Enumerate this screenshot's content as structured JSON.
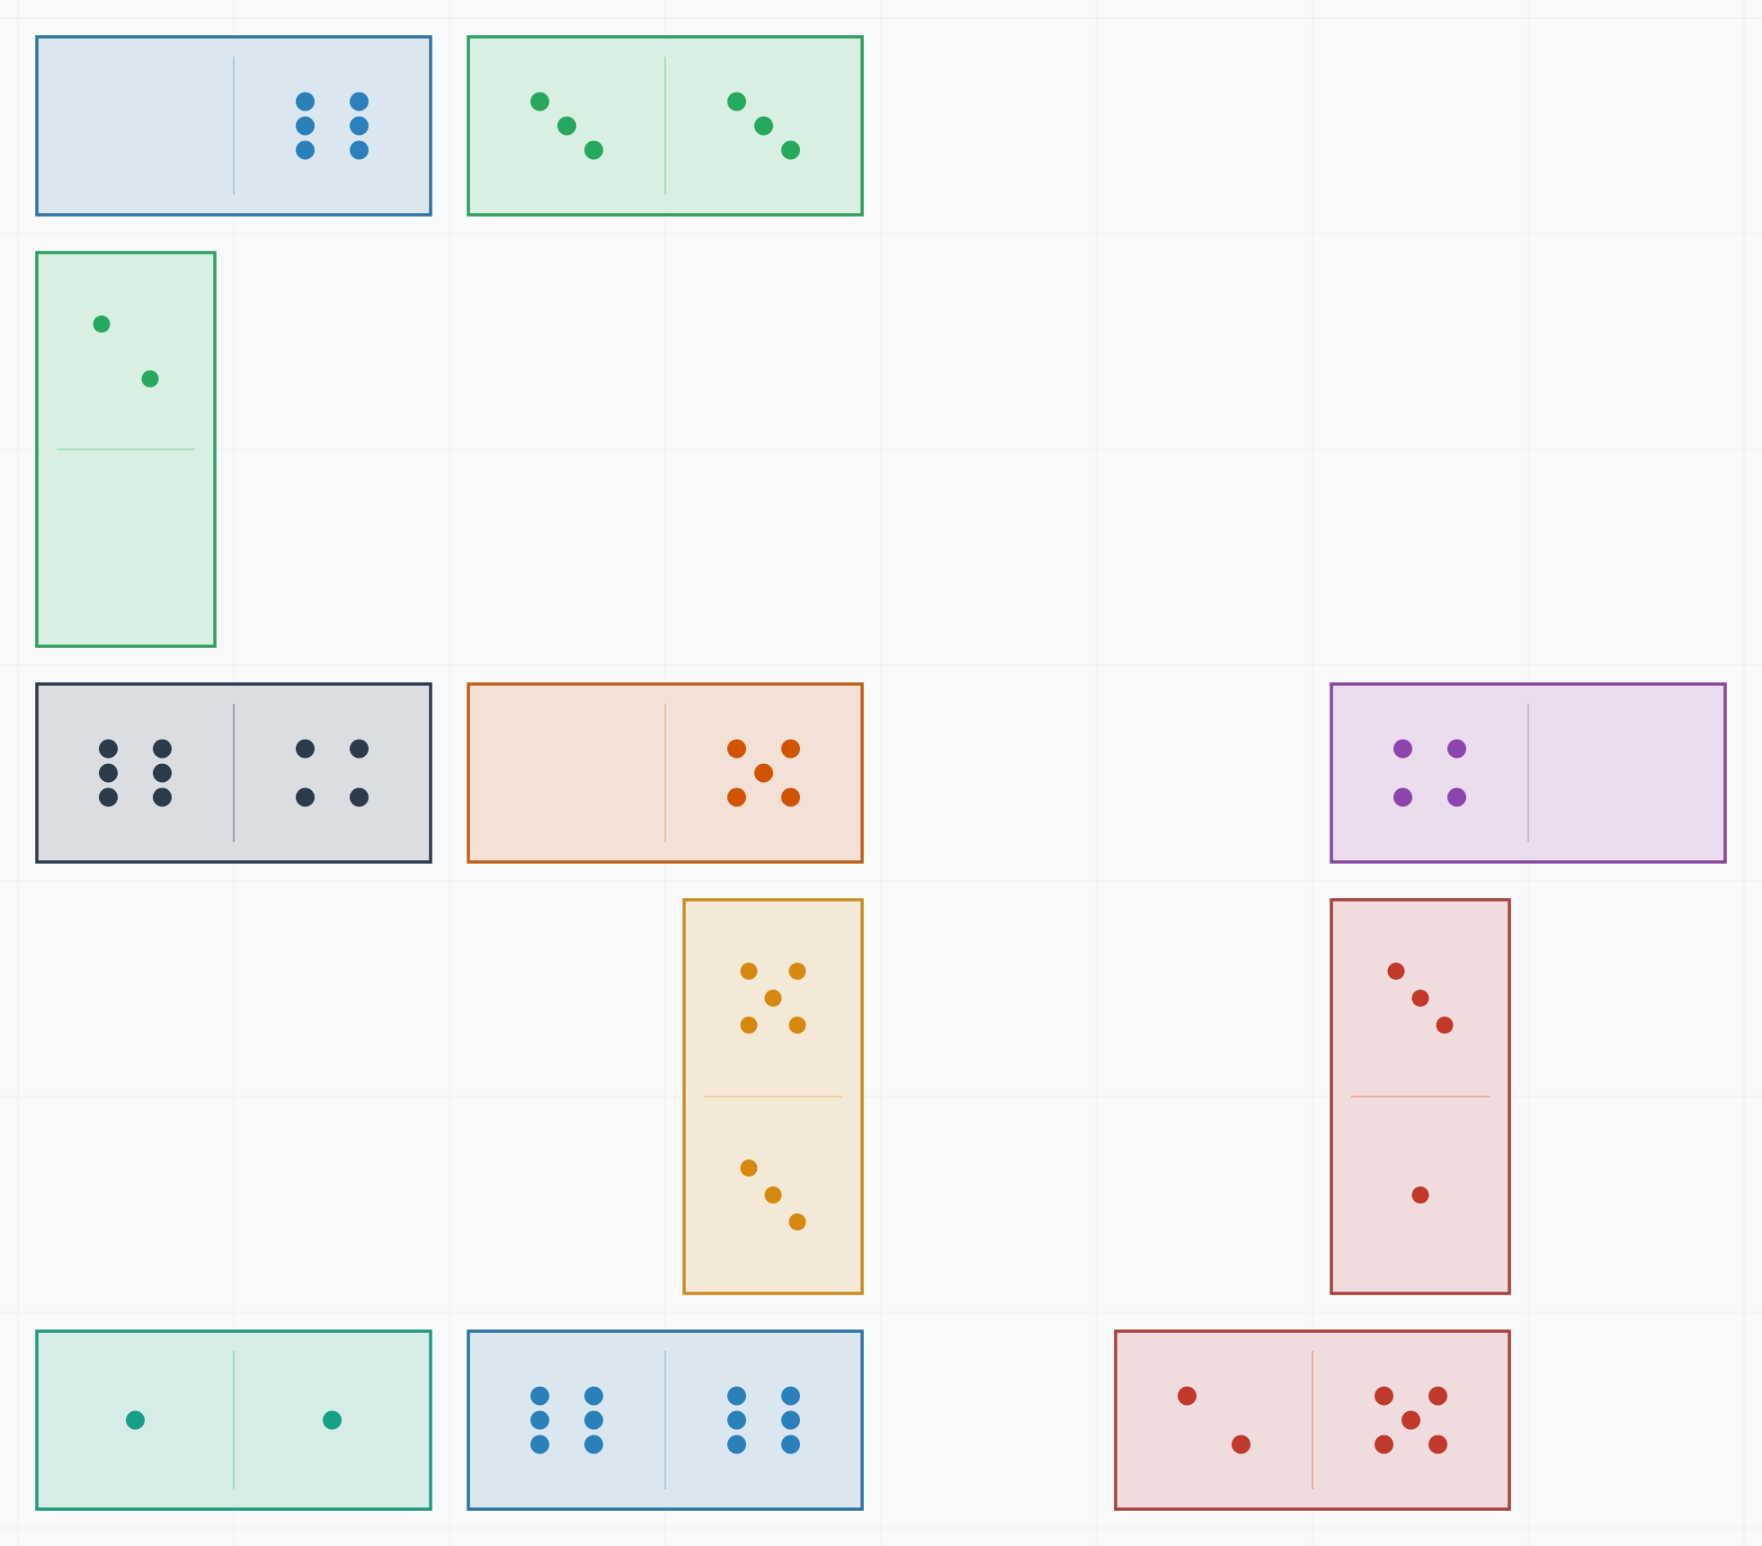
{
  "board": {
    "background": "#f8f9fb",
    "grid_color": "#eceef2"
  },
  "colors": {
    "blue": {
      "border": "#2f74a1",
      "fill": "#dbe7f0",
      "pip": "#2b80ba",
      "divider": "#9cc3dc"
    },
    "green": {
      "border": "#2f9e61",
      "fill": "#d9efe2",
      "pip": "#26a85f",
      "divider": "#9ed7b5"
    },
    "dark": {
      "border": "#2c3a4a",
      "fill": "#dadde1",
      "pip": "#2c3a4a",
      "divider": "#8a939c"
    },
    "orange": {
      "border": "#c0601a",
      "fill": "#f3e1d8",
      "pip": "#d35400",
      "divider": "#ebb491"
    },
    "purple": {
      "border": "#87479d",
      "fill": "#ebdded",
      "pip": "#8e44ad",
      "divider": "#c9a5d6"
    },
    "amber": {
      "border": "#c98b24",
      "fill": "#f4e8d7",
      "pip": "#d68910",
      "divider": "#ecc891"
    },
    "red": {
      "border": "#a5433a",
      "fill": "#f0dcdd",
      "pip": "#c0392b",
      "divider": "#de9c95"
    },
    "teal": {
      "border": "#23987e",
      "fill": "#d6ede7",
      "pip": "#16a085",
      "divider": "#93d4c3"
    }
  },
  "dominoes": [
    {
      "id": "blank-6",
      "orientation": "horizontal",
      "color": "blue",
      "halves": [
        0,
        6
      ],
      "row": 0,
      "col": 0
    },
    {
      "id": "3-3",
      "orientation": "horizontal",
      "color": "green",
      "halves": [
        3,
        3
      ],
      "row": 0,
      "col": 2
    },
    {
      "id": "2-blank",
      "orientation": "vertical",
      "color": "green",
      "halves": [
        2,
        0
      ],
      "row": 1,
      "col": 0
    },
    {
      "id": "6-4",
      "orientation": "horizontal",
      "color": "dark",
      "halves": [
        6,
        4
      ],
      "row": 3,
      "col": 0
    },
    {
      "id": "blank-5",
      "orientation": "horizontal",
      "color": "orange",
      "halves": [
        0,
        5
      ],
      "row": 3,
      "col": 2
    },
    {
      "id": "4-blank",
      "orientation": "horizontal",
      "color": "purple",
      "halves": [
        4,
        0
      ],
      "row": 3,
      "col": 6
    },
    {
      "id": "5-3",
      "orientation": "vertical",
      "color": "amber",
      "halves": [
        5,
        3
      ],
      "row": 4,
      "col": 3
    },
    {
      "id": "3-1",
      "orientation": "vertical",
      "color": "red",
      "halves": [
        3,
        1
      ],
      "row": 4,
      "col": 6
    },
    {
      "id": "1-1",
      "orientation": "horizontal",
      "color": "teal",
      "halves": [
        1,
        1
      ],
      "row": 6,
      "col": 0
    },
    {
      "id": "6-6",
      "orientation": "horizontal",
      "color": "blue",
      "halves": [
        6,
        6
      ],
      "row": 6,
      "col": 2
    },
    {
      "id": "2-5",
      "orientation": "horizontal",
      "color": "red",
      "halves": [
        2,
        5
      ],
      "row": 6,
      "col": 5
    }
  ]
}
